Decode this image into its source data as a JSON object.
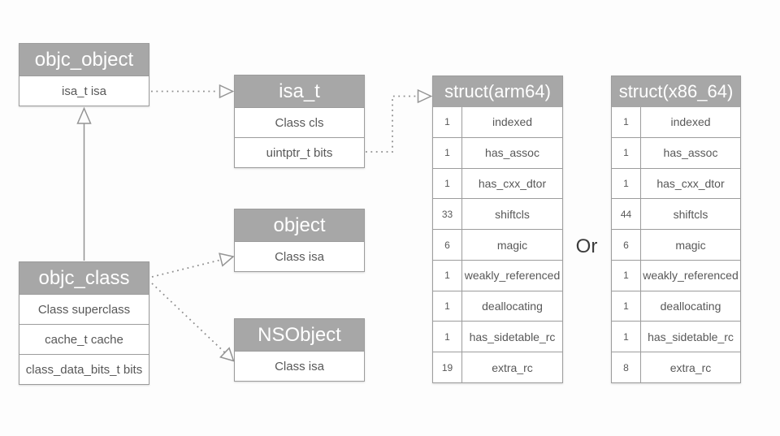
{
  "boxes": {
    "objc_object": {
      "title": "objc_object",
      "fields": [
        "isa_t isa"
      ]
    },
    "isa_t": {
      "title": "isa_t",
      "fields": [
        "Class cls",
        "uintptr_t bits"
      ]
    },
    "object": {
      "title": "object",
      "fields": [
        "Class isa"
      ]
    },
    "nsobject": {
      "title": "NSObject",
      "fields": [
        "Class isa"
      ]
    },
    "objc_class": {
      "title": "objc_class",
      "fields": [
        "Class superclass",
        "cache_t cache",
        "class_data_bits_t bits"
      ]
    }
  },
  "tables": [
    {
      "title": "struct(arm64)",
      "rows": [
        [
          "1",
          "indexed"
        ],
        [
          "1",
          "has_assoc"
        ],
        [
          "1",
          "has_cxx_dtor"
        ],
        [
          "33",
          "shiftcls"
        ],
        [
          "6",
          "magic"
        ],
        [
          "1",
          "weakly_referenced"
        ],
        [
          "1",
          "deallocating"
        ],
        [
          "1",
          "has_sidetable_rc"
        ],
        [
          "19",
          "extra_rc"
        ]
      ]
    },
    {
      "title": "struct(x86_64)",
      "rows": [
        [
          "1",
          "indexed"
        ],
        [
          "1",
          "has_assoc"
        ],
        [
          "1",
          "has_cxx_dtor"
        ],
        [
          "44",
          "shiftcls"
        ],
        [
          "6",
          "magic"
        ],
        [
          "1",
          "weakly_referenced"
        ],
        [
          "1",
          "deallocating"
        ],
        [
          "1",
          "has_sidetable_rc"
        ],
        [
          "8",
          "extra_rc"
        ]
      ]
    }
  ],
  "or_label": "Or",
  "colors": {
    "header_bg": "#a7a7a7",
    "border": "#9c9c9c",
    "header_text": "#ffffff",
    "row_text": "#585858",
    "or_text": "#3c3c3c",
    "line": "#949494"
  }
}
